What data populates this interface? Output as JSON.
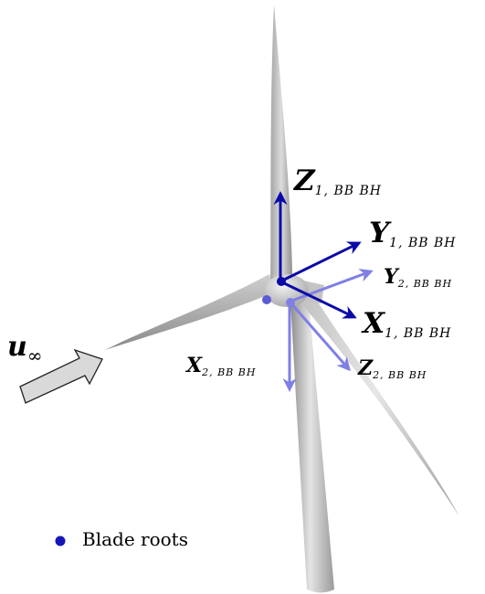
{
  "colors": {
    "frame1": "#0a0aa8",
    "frame2": "#7f7fe6",
    "blade_root": "#1616b8",
    "flow_arrow_fill": "#d9d9d9",
    "turbine_gray": "#b9b9b9"
  },
  "labels": {
    "z1": {
      "symbol": "Z",
      "subscript": "1, BB BH"
    },
    "y1": {
      "symbol": "Y",
      "subscript": "1, BB BH"
    },
    "x1": {
      "symbol": "X",
      "subscript": "1, BB BH"
    },
    "y2": {
      "symbol": "Y",
      "subscript": "2, BB BH"
    },
    "x2": {
      "symbol": "X",
      "subscript": "2, BB BH"
    },
    "z2": {
      "symbol": "Z",
      "subscript": "2, BB BH"
    },
    "freestream": {
      "symbol": "u",
      "subscript": "∞"
    }
  },
  "legend": {
    "text": "Blade roots",
    "marker": "filled-circle"
  }
}
